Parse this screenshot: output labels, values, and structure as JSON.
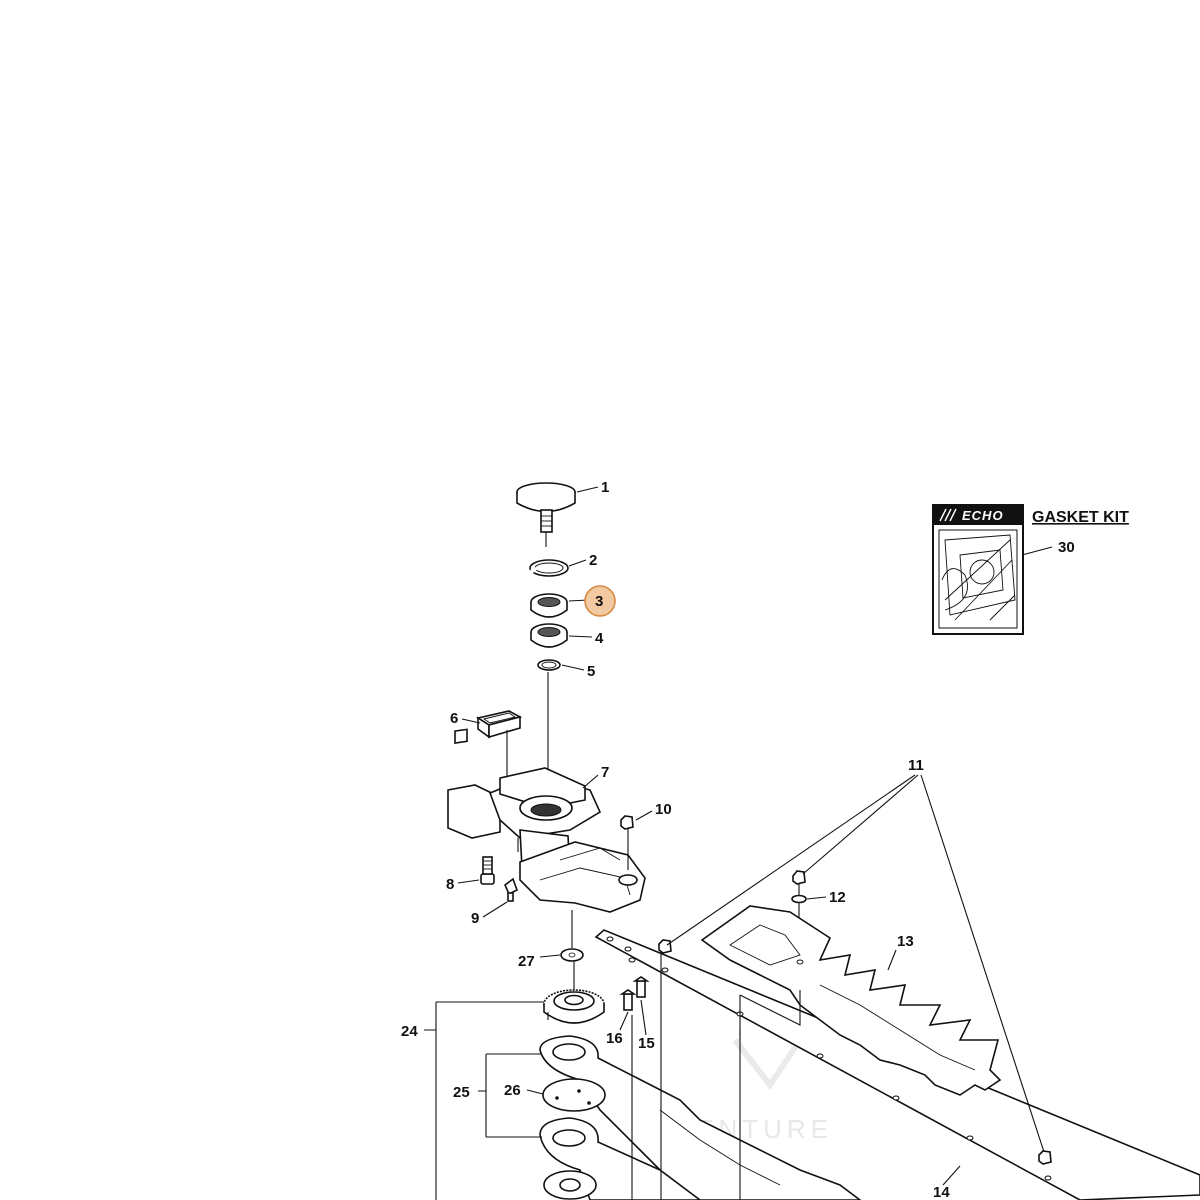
{
  "diagram": {
    "highlight_color": "#f2c9a0",
    "highlight_stroke": "#d98a45",
    "callouts": [
      {
        "id": "1",
        "label": "1"
      },
      {
        "id": "2",
        "label": "2"
      },
      {
        "id": "3",
        "label": "3",
        "highlighted": true
      },
      {
        "id": "4",
        "label": "4"
      },
      {
        "id": "5",
        "label": "5"
      },
      {
        "id": "6",
        "label": "6"
      },
      {
        "id": "7",
        "label": "7"
      },
      {
        "id": "8",
        "label": "8"
      },
      {
        "id": "9",
        "label": "9"
      },
      {
        "id": "10",
        "label": "10"
      },
      {
        "id": "11",
        "label": "11"
      },
      {
        "id": "12",
        "label": "12"
      },
      {
        "id": "13",
        "label": "13"
      },
      {
        "id": "14",
        "label": "14"
      },
      {
        "id": "15",
        "label": "15"
      },
      {
        "id": "16",
        "label": "16"
      },
      {
        "id": "24",
        "label": "24"
      },
      {
        "id": "25",
        "label": "25"
      },
      {
        "id": "26",
        "label": "26"
      },
      {
        "id": "27",
        "label": "27"
      },
      {
        "id": "30",
        "label": "30"
      }
    ],
    "gasket_kit": {
      "title": "GASKET KIT",
      "brand": "ECHO"
    },
    "watermark": "LEVENTURE"
  }
}
